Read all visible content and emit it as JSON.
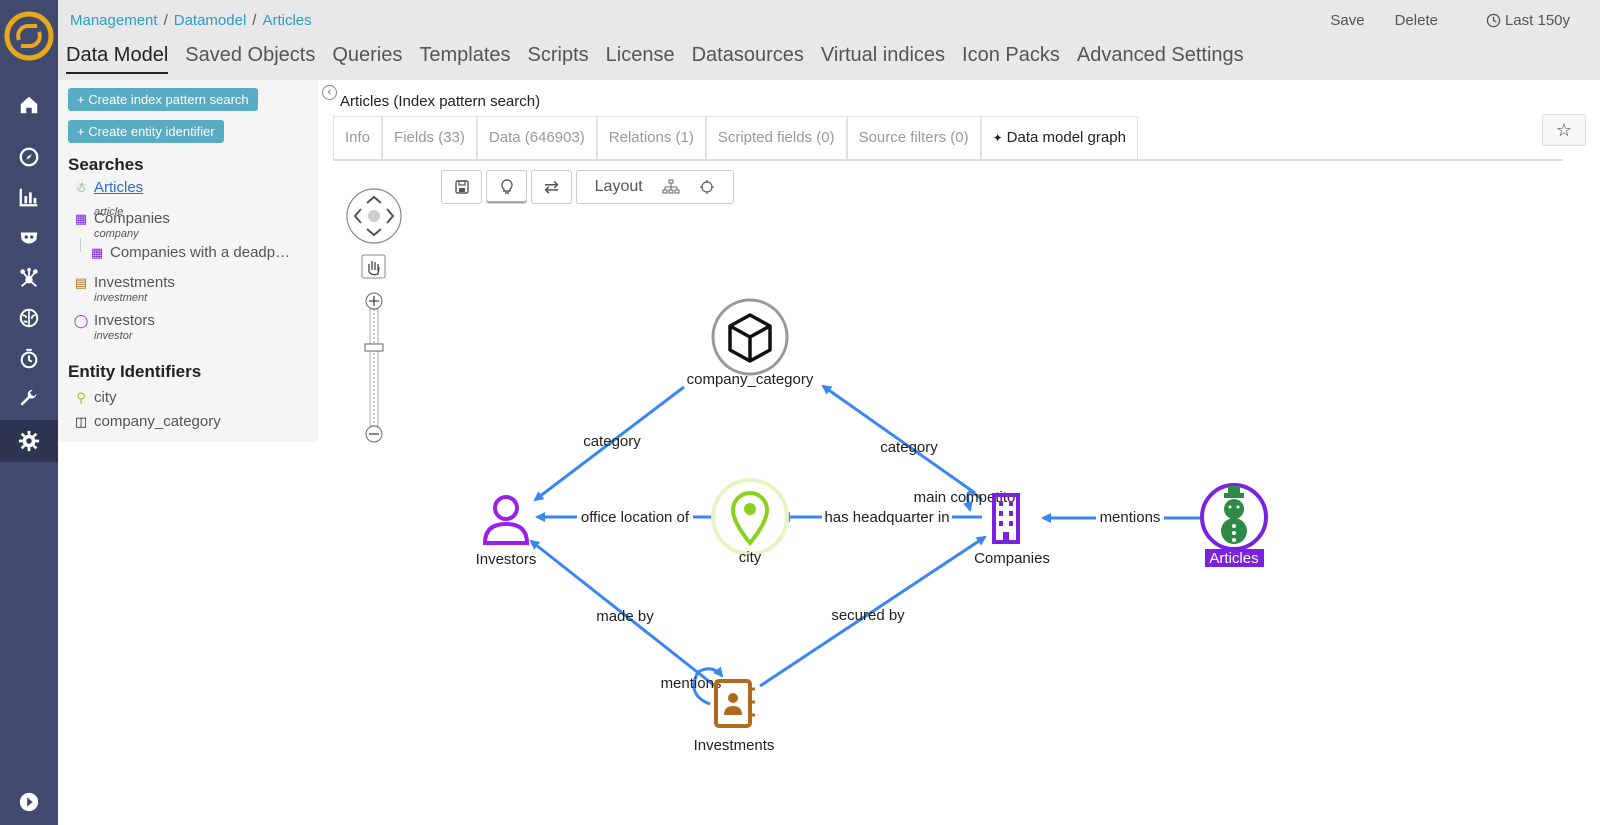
{
  "breadcrumb": [
    "Management",
    "Datamodel",
    "Articles"
  ],
  "top_actions": {
    "save": "Save",
    "delete": "Delete",
    "time": "Last 150y"
  },
  "main_tabs": [
    "Data Model",
    "Saved Objects",
    "Queries",
    "Templates",
    "Scripts",
    "License",
    "Datasources",
    "Virtual indices",
    "Icon Packs",
    "Advanced Settings"
  ],
  "sidebar": {
    "create_search_btn": "+ Create index pattern search",
    "create_entity_btn": "+ Create entity identifier",
    "searches_heading": "Searches",
    "searches": [
      {
        "label": "Articles",
        "sub": "article",
        "icon": "snowman-icon"
      },
      {
        "label": "Companies",
        "sub": "company",
        "icon": "building-icon"
      },
      {
        "label": "Companies with a deadp…",
        "sub": "",
        "icon": "building-icon"
      },
      {
        "label": "Investments",
        "sub": "investment",
        "icon": "contact-book-icon"
      },
      {
        "label": "Investors",
        "sub": "investor",
        "icon": "user-icon"
      }
    ],
    "entity_heading": "Entity Identifiers",
    "entities": [
      {
        "label": "city",
        "icon": "map-pin-icon"
      },
      {
        "label": "company_category",
        "icon": "cube-icon"
      }
    ]
  },
  "view": {
    "title": "Articles (Index pattern search)",
    "tabs": [
      "Info",
      "Fields (33)",
      "Data (646903)",
      "Relations (1)",
      "Scripted fields (0)",
      "Source filters (0)",
      "Data model graph"
    ],
    "layout_label": "Layout"
  },
  "graph": {
    "nodes": [
      "company_category",
      "Investors",
      "city",
      "Companies",
      "Articles",
      "Investments"
    ],
    "edges": [
      "category",
      "category",
      "office location of",
      "has headquarter in",
      "main competitor",
      "mentions",
      "made by",
      "secured by",
      "mentions"
    ]
  },
  "colors": {
    "nav": "#3f4a6e",
    "accent": "#2d9bc7",
    "edge": "#3a86f0",
    "investor": "#9b1fe8",
    "company": "#7a22e0",
    "city": "#8ad11f",
    "investment": "#b06a1e",
    "article": "#2e8b47"
  }
}
